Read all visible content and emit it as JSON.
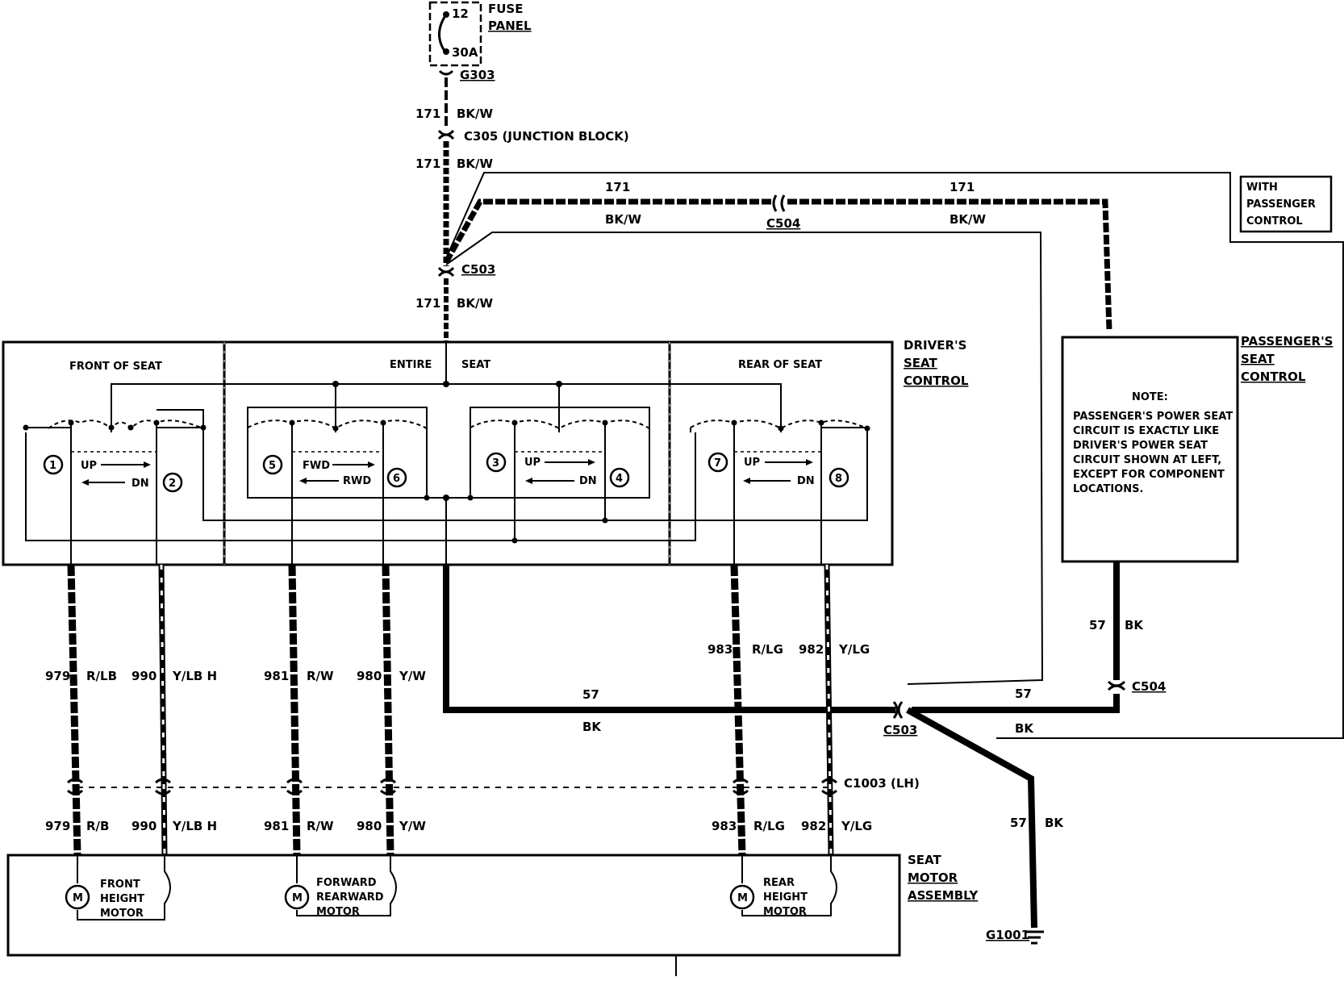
{
  "fuse_panel": {
    "title1": "FUSE",
    "title2": "PANEL",
    "fuse_no": "12",
    "rating": "30A",
    "splice": "G303"
  },
  "feed": {
    "circuit": "171",
    "color": "BK/W",
    "c305": "C305 (JUNCTION BLOCK)",
    "c503": "C503",
    "c504": "C504"
  },
  "passenger_option": {
    "line1": "WITH",
    "line2": "PASSENGER",
    "line3": "CONTROL"
  },
  "driver_control": {
    "line1": "DRIVER'S",
    "line2": "SEAT",
    "line3": "CONTROL",
    "sec_front": "FRONT OF SEAT",
    "sec_entire_a": "ENTIRE",
    "sec_entire_b": "SEAT",
    "sec_rear": "REAR OF SEAT",
    "terminals": [
      "1",
      "2",
      "5",
      "6",
      "3",
      "4",
      "7",
      "8"
    ],
    "up": "UP",
    "dn": "DN",
    "fwd": "FWD",
    "rwd": "RWD"
  },
  "passenger_control": {
    "line1": "PASSENGER'S",
    "line2": "SEAT",
    "line3": "CONTROL",
    "note_title": "NOTE:",
    "note_lines": [
      "PASSENGER'S POWER SEAT",
      "CIRCUIT IS EXACTLY LIKE",
      "DRIVER'S POWER SEAT",
      "CIRCUIT SHOWN AT LEFT,",
      "EXCEPT FOR COMPONENT",
      "LOCATIONS."
    ]
  },
  "wires_upper": [
    {
      "num": "979",
      "color": "R/LB"
    },
    {
      "num": "990",
      "color": "Y/LB H"
    },
    {
      "num": "981",
      "color": "R/W"
    },
    {
      "num": "980",
      "color": "Y/W"
    },
    {
      "num": "983",
      "color": "R/LG"
    },
    {
      "num": "982",
      "color": "Y/LG"
    }
  ],
  "wires_lower": [
    {
      "num": "979",
      "color": "R/B"
    },
    {
      "num": "990",
      "color": "Y/LB H"
    },
    {
      "num": "981",
      "color": "R/W"
    },
    {
      "num": "980",
      "color": "Y/W"
    },
    {
      "num": "983",
      "color": "R/LG"
    },
    {
      "num": "982",
      "color": "Y/LG"
    }
  ],
  "ground": {
    "circuit": "57",
    "color": "BK",
    "c1003": "C1003 (LH)",
    "g1001": "G1001"
  },
  "seat_motor": {
    "line1": "SEAT",
    "line2": "MOTOR",
    "line3": "ASSEMBLY",
    "m": "M",
    "front": [
      "FRONT",
      "HEIGHT",
      "MOTOR"
    ],
    "forward": [
      "FORWARD",
      "REARWARD",
      "MOTOR"
    ],
    "rear": [
      "REAR",
      "HEIGHT",
      "MOTOR"
    ]
  }
}
